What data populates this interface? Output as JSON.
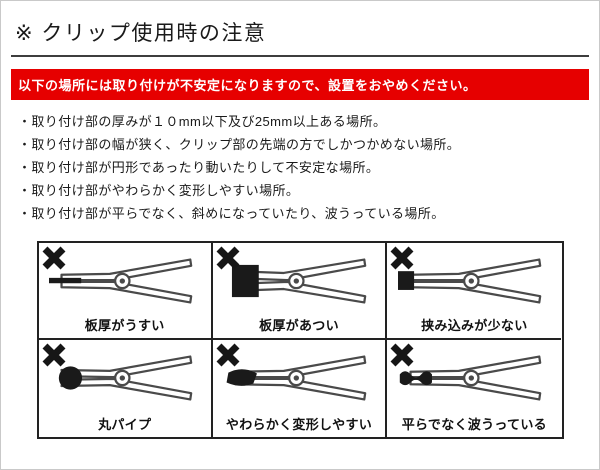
{
  "title": "※ クリップ使用時の注意",
  "warning_banner": {
    "text": "以下の場所には取り付けが不安定になりますので、設置をおやめください。",
    "bg_color": "#e60000",
    "text_color": "#ffffff"
  },
  "bullets": [
    "・取り付け部の厚みが１０mm以下及び25mm以上ある場所。",
    "・取り付け部の幅が狭く、クリップ部の先端の方でしかつかめない場所。",
    "・取り付け部が円形であったり動いたりして不安定な場所。",
    "・取り付け部がやわらかく変形しやすい場所。",
    "・取り付け部が平らでなく、斜めになっていたり、波うっている場所。"
  ],
  "grid": {
    "cells": [
      {
        "caption": "板厚がうすい",
        "icon": "clip-thin-plate-icon",
        "mark": "x-mark-icon"
      },
      {
        "caption": "板厚があつい",
        "icon": "clip-thick-plate-icon",
        "mark": "x-mark-icon"
      },
      {
        "caption": "挟み込みが少ない",
        "icon": "clip-shallow-grip-icon",
        "mark": "x-mark-icon"
      },
      {
        "caption": "丸パイプ",
        "icon": "clip-round-pipe-icon",
        "mark": "x-mark-icon"
      },
      {
        "caption": "やわらかく変形しやすい",
        "icon": "clip-soft-deform-icon",
        "mark": "x-mark-icon"
      },
      {
        "caption": "平らでなく波うっている",
        "icon": "clip-wavy-surface-icon",
        "mark": "x-mark-icon"
      }
    ]
  },
  "colors": {
    "warning_bg": "#e60000",
    "warning_text": "#ffffff",
    "x_mark": "#161616",
    "line_art": "#4a4a4a"
  }
}
